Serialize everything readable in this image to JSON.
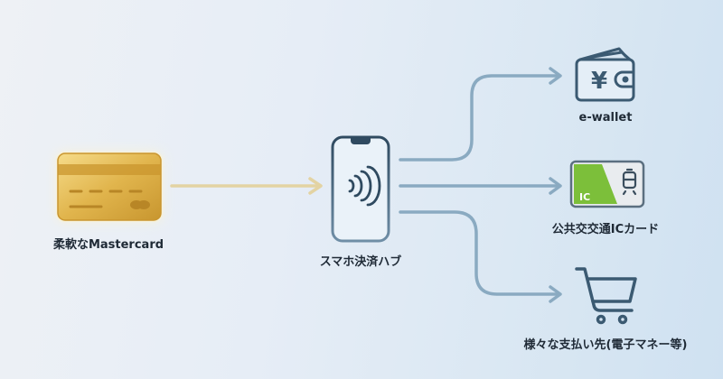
{
  "nodes": {
    "source": {
      "label": "柔軟なMastercard",
      "icon": "credit-card-icon"
    },
    "hub": {
      "label": "スマホ決済ハブ",
      "icon": "smartphone-nfc-icon"
    },
    "targets": [
      {
        "label": "e-wallet",
        "icon": "wallet-yen-icon",
        "glyph": "¥"
      },
      {
        "label": "公共交交通ICカード",
        "icon": "ic-card-train-icon",
        "glyph": "IC"
      },
      {
        "label": "様々な支払い先(電子マネー等)",
        "icon": "shopping-cart-icon"
      }
    ]
  },
  "colors": {
    "gold": "#d9b04a",
    "gold_arrow": "#e3d3a3",
    "blue_arrow": "#7fa3bd",
    "icon_stroke": "#3b5a72",
    "ic_green": "#7cbf3a"
  }
}
